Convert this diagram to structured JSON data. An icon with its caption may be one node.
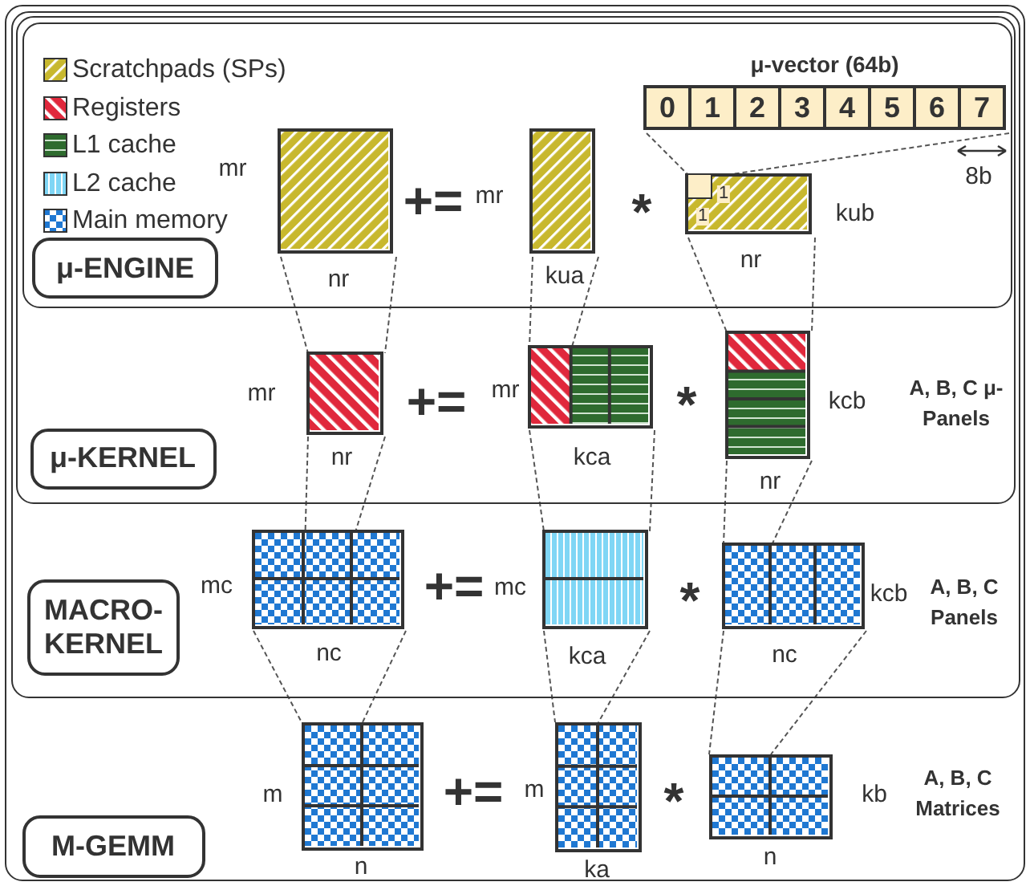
{
  "diagram": {
    "nodes": [
      {
        "text": [],
        "shape": "box"
      },
      {
        "text": [],
        "shape": "box",
        "in": 0
      },
      {
        "text": [],
        "shape": "box",
        "in": 1
      },
      {
        "text": [],
        "shape": "box",
        "in": 2
      },
      {
        "text": [
          "μ-ENGINE"
        ],
        "in": 3
      },
      {
        "text": [],
        "shape": "box",
        "in": 3,
        "beside": [
          "mr",
          "nr"
        ]
      },
      {
        "text": [],
        "shape": "box",
        "in": 3,
        "beside": [
          "mr",
          "kua"
        ]
      },
      {
        "text": [],
        "shape": "box",
        "in": 3,
        "beside": [
          "kub",
          "nr"
        ]
      },
      {
        "text": [],
        "shape": "box",
        "in": 7,
        "beside": [
          "1",
          "1"
        ]
      },
      {
        "text": [
          "μ-vector (64b)"
        ],
        "in": 3
      },
      {
        "text": [
          "0"
        ],
        "in": 9
      },
      {
        "text": [
          "1"
        ],
        "in": 9
      },
      {
        "text": [
          "2"
        ],
        "in": 9
      },
      {
        "text": [
          "3"
        ],
        "in": 9
      },
      {
        "text": [
          "4"
        ],
        "in": 9
      },
      {
        "text": [
          "5"
        ],
        "in": 9
      },
      {
        "text": [
          "6"
        ],
        "in": 9
      },
      {
        "text": [
          "7"
        ],
        "in": 9
      },
      {
        "text": [
          "μ-KERNEL"
        ],
        "in": 2
      },
      {
        "text": [],
        "shape": "box",
        "in": 2,
        "beside": [
          "mr",
          "nr"
        ]
      },
      {
        "text": [],
        "shape": "box",
        "in": 2,
        "beside": [
          "mr",
          "kca"
        ]
      },
      {
        "text": [],
        "shape": "box",
        "in": 2,
        "beside": [
          "kcb",
          "nr"
        ]
      },
      {
        "text": [
          "MACRO- KERNEL"
        ],
        "in": 1
      },
      {
        "text": [],
        "shape": "box",
        "in": 1,
        "beside": [
          "mc",
          "nc"
        ]
      },
      {
        "text": [],
        "shape": "box",
        "in": 1,
        "beside": [
          "mc",
          "kca"
        ]
      },
      {
        "text": [],
        "shape": "box",
        "in": 1,
        "beside": [
          "kcb",
          "nc"
        ]
      },
      {
        "text": [
          "M-GEMM"
        ],
        "in": 0
      },
      {
        "text": [],
        "shape": "box",
        "in": 0,
        "beside": [
          "m",
          "n"
        ]
      },
      {
        "text": [],
        "shape": "box",
        "in": 0,
        "beside": [
          "m",
          "ka"
        ]
      },
      {
        "text": [],
        "shape": "box",
        "in": 0,
        "beside": [
          "kb",
          "n"
        ]
      }
    ],
    "edges": [
      {
        "from": 9,
        "to": 8,
        "arrow": "none",
        "style": "dashed"
      },
      {
        "from": 9,
        "to": 8,
        "arrow": "none",
        "style": "dashed"
      },
      {
        "from": 5,
        "to": 19,
        "arrow": "none",
        "style": "dashed"
      },
      {
        "from": 5,
        "to": 19,
        "arrow": "none",
        "style": "dashed"
      },
      {
        "from": 6,
        "to": 20,
        "arrow": "none",
        "style": "dashed"
      },
      {
        "from": 6,
        "to": 20,
        "arrow": "none",
        "style": "dashed"
      },
      {
        "from": 7,
        "to": 21,
        "arrow": "none",
        "style": "dashed"
      },
      {
        "from": 7,
        "to": 21,
        "arrow": "none",
        "style": "dashed"
      },
      {
        "from": 19,
        "to": 23,
        "arrow": "none",
        "style": "dashed"
      },
      {
        "from": 19,
        "to": 23,
        "arrow": "none",
        "style": "dashed"
      },
      {
        "from": 20,
        "to": 24,
        "arrow": "none",
        "style": "dashed"
      },
      {
        "from": 20,
        "to": 24,
        "arrow": "none",
        "style": "dashed"
      },
      {
        "from": 21,
        "to": 25,
        "arrow": "none",
        "style": "dashed"
      },
      {
        "from": 21,
        "to": 25,
        "arrow": "none",
        "style": "dashed"
      },
      {
        "from": 23,
        "to": 27,
        "arrow": "none",
        "style": "dashed"
      },
      {
        "from": 23,
        "to": 27,
        "arrow": "none",
        "style": "dashed"
      },
      {
        "from": 24,
        "to": 28,
        "arrow": "none",
        "style": "dashed"
      },
      {
        "from": 24,
        "to": 28,
        "arrow": "none",
        "style": "dashed"
      },
      {
        "from": 25,
        "to": 29,
        "arrow": "none",
        "style": "dashed"
      },
      {
        "from": 25,
        "to": 29,
        "arrow": "none",
        "style": "dashed"
      }
    ],
    "labels": [
      "8b",
      "+=",
      "*",
      "+=",
      "*",
      "A, B, C μ-Panels",
      "+=",
      "*",
      "A, B, C Panels",
      "+=",
      "*",
      "A, B, C Matrices"
    ],
    "legend": [
      {
        "text": "Scratchpads (SPs)",
        "color": "#c8b82e"
      },
      {
        "text": "Registers",
        "color": "#e0283c"
      },
      {
        "text": "L1 cache",
        "color": "#2e6b2e"
      },
      {
        "text": "L2 cache",
        "color": "#7fd6f5"
      },
      {
        "text": "Main memory",
        "color": "#1f78d2"
      }
    ]
  }
}
